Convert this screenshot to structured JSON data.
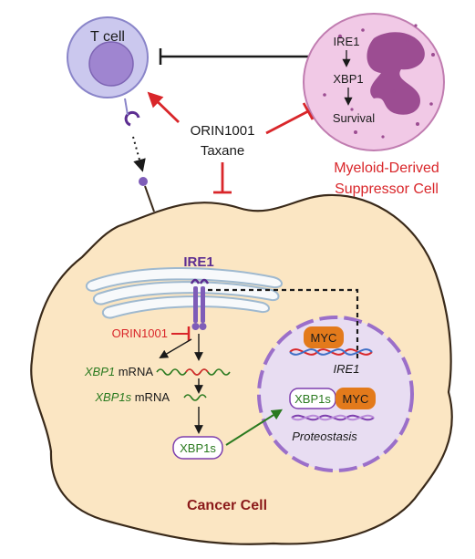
{
  "tcell": {
    "label": "T cell"
  },
  "mdsc": {
    "ire1": "IRE1",
    "xbp1": "XBP1",
    "survival": "Survival",
    "caption_line1": "Myeloid-Derived",
    "caption_line2": "Suppressor Cell"
  },
  "drugs": {
    "orin1001": "ORIN1001",
    "taxane": "Taxane"
  },
  "cancer": {
    "ire1": "IRE1",
    "orin1001": "ORIN1001",
    "xbp1_mrna_gene": "XBP1",
    "xbp1s_mrna_gene": "XBP1s",
    "mrna_suffix": " mRNA",
    "xbp1s_protein": "XBP1s",
    "myc_top": "MYC",
    "ire1_gene": "IRE1",
    "xbp1s_nucleus": "XBP1s",
    "myc_bottom": "MYC",
    "proteostasis": "Proteostasis",
    "caption": "Cancer Cell"
  },
  "colors": {
    "tcell_fill": "#cbc8ee",
    "tcell_nucleus": "#9f85d0",
    "mdsc_fill": "#f1c9e6",
    "mdsc_nucleus": "#9c4d92",
    "cancer_fill": "#fbe6c3",
    "cancer_edge": "#3a2a1a",
    "inhibit_red": "#d9262a",
    "ire1_purple": "#5c2d91",
    "xbp1_green": "#2a7a1f",
    "myc_orange": "#e37a1b",
    "nucleus_fill": "#e8ddf2",
    "caption_dark_red": "#8b1a1a"
  }
}
